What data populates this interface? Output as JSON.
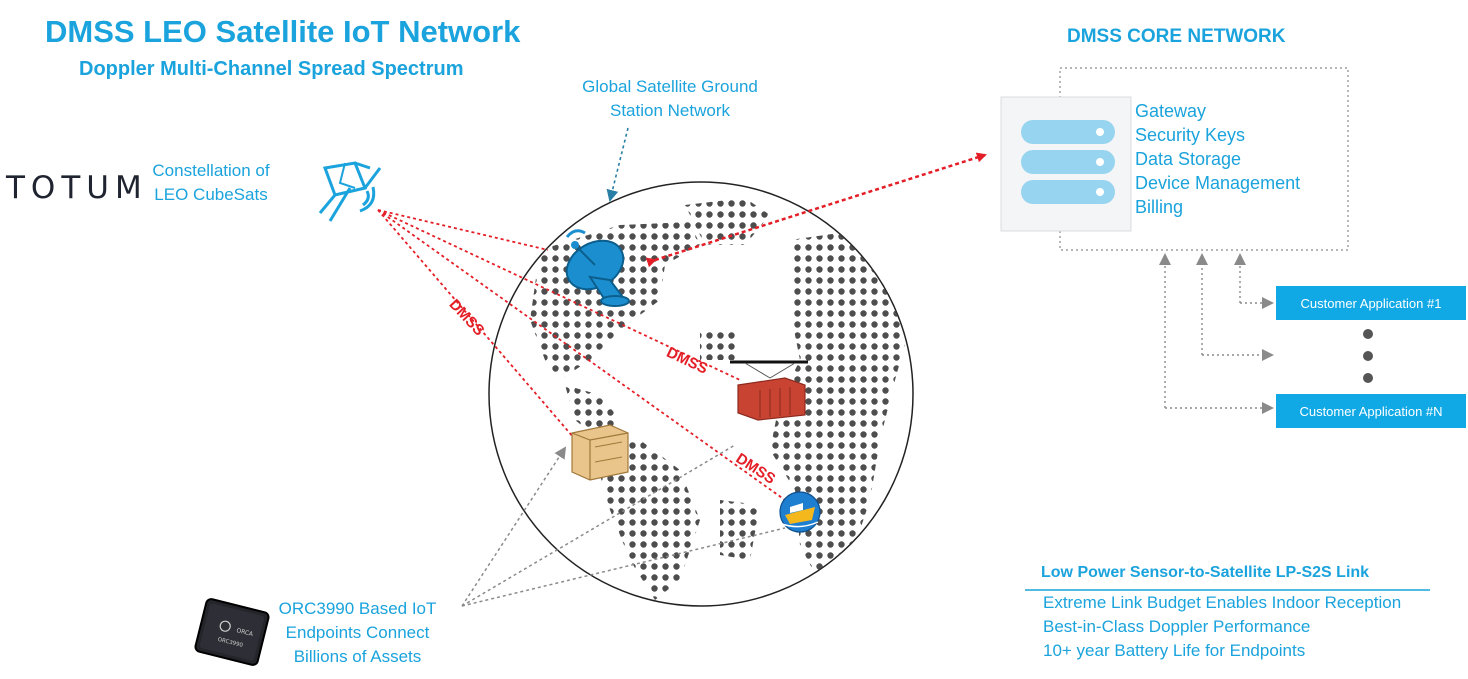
{
  "header": {
    "title": "DMSS LEO Satellite IoT Network",
    "subtitle": "Doppler Multi-Channel Spread Spectrum"
  },
  "brand": {
    "logo_text": "TOTUM",
    "constellation_label": [
      "Constellation of",
      "LEO CubeSats"
    ]
  },
  "ground_station": {
    "label": [
      "Global Satellite Ground",
      "Station Network"
    ]
  },
  "links": {
    "dmss_labels": [
      "DMSS",
      "DMSS",
      "DMSS"
    ]
  },
  "core_network": {
    "title": "DMSS CORE NETWORK",
    "items": [
      "Gateway",
      "Security Keys",
      "Data Storage",
      "Device Management",
      "Billing"
    ]
  },
  "applications": {
    "items": [
      "Customer Application #1",
      "Customer Application #N"
    ]
  },
  "endpoints": {
    "label": [
      "ORC3990 Based IoT",
      "Endpoints Connect",
      "Billions of Assets"
    ],
    "chip_text": "ORC3990"
  },
  "lp_s2s": {
    "title": "Low Power Sensor-to-Satellite LP-S2S Link",
    "items": [
      "Extreme Link Budget Enables Indoor Reception",
      "Best-in-Class Doppler Performance",
      "10+ year Battery Life for Endpoints"
    ]
  },
  "colors": {
    "accent": "#1aa3dc",
    "link_red": "#e41e26",
    "app_box": "#10a9e6",
    "connector_gray": "#8a8a8a"
  }
}
